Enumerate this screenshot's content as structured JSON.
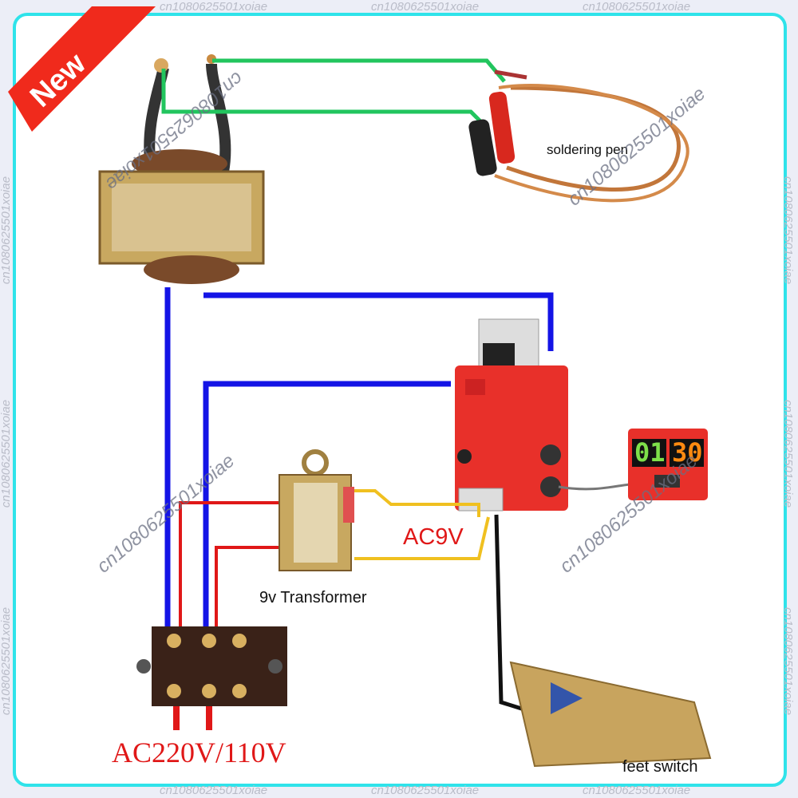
{
  "badge": {
    "text": "New",
    "color": "#f02a1c"
  },
  "labels": {
    "soldering_pen": "soldering pen",
    "ac9v": "AC9V",
    "transformer_9v": "9v Transformer",
    "mains": "AC220V/110V",
    "feet_switch": "feet switch"
  },
  "display": {
    "left_digits": "01",
    "right_digits": "30"
  },
  "watermark": "cn1080625501xoiae",
  "colors": {
    "border": "#2fe3ea",
    "green_wire": "#22c55e",
    "blue_wire": "#1414e6",
    "red_wire": "#e01818",
    "yellow_wire": "#f0c020",
    "board": "#e8302a"
  }
}
